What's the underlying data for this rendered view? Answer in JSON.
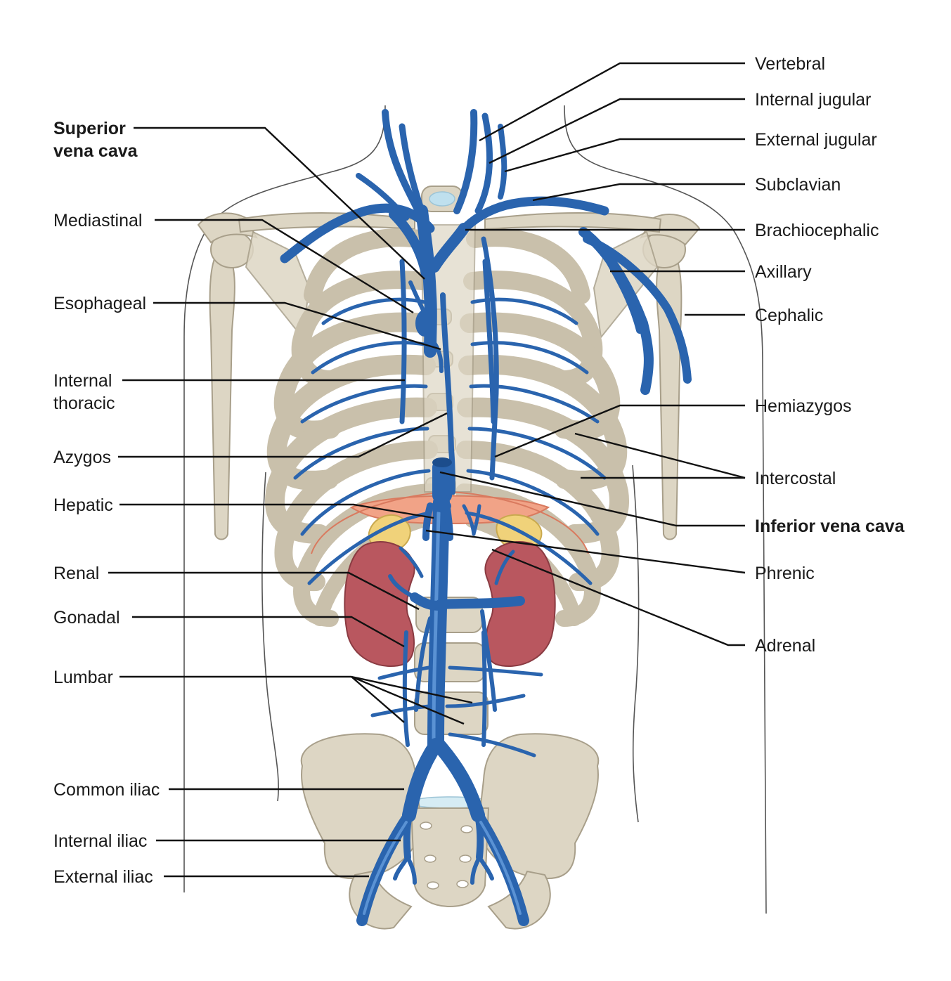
{
  "colors": {
    "vein": "#2a64ae",
    "vein_highlight": "#5a92d4",
    "bone": "#ddd6c4",
    "kidney": "#b9575f",
    "adrenal": "#f0d27a",
    "diaphragm": "#f1a387",
    "leader": "#111111"
  },
  "labels": {
    "superior_vena_cava_1": "Superior",
    "superior_vena_cava_2": "vena cava",
    "mediastinal": "Mediastinal",
    "esophageal": "Esophageal",
    "internal_thoracic_1": "Internal",
    "internal_thoracic_2": "thoracic",
    "azygos": "Azygos",
    "hepatic": "Hepatic",
    "renal": "Renal",
    "gonadal": "Gonadal",
    "lumbar": "Lumbar",
    "common_iliac": "Common iliac",
    "internal_iliac": "Internal iliac",
    "external_iliac": "External iliac",
    "vertebral": "Vertebral",
    "internal_jugular": "Internal jugular",
    "external_jugular": "External jugular",
    "subclavian": "Subclavian",
    "brachiocephalic": "Brachiocephalic",
    "axillary": "Axillary",
    "cephalic": "Cephalic",
    "hemiazygos": "Hemiazygos",
    "intercostal": "Intercostal",
    "inferior_vena_cava": "Inferior vena cava",
    "phrenic": "Phrenic",
    "adrenal": "Adrenal"
  }
}
